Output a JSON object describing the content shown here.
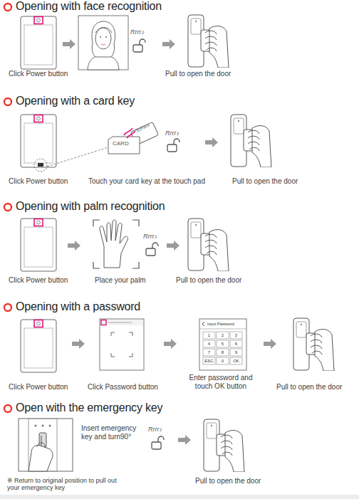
{
  "diagram": {
    "labels": [
      "Opening with face recognition",
      "Click Power button",
      "Rrrr♪",
      "Pull to open the door",
      "Opening with a card key",
      "CARD",
      "SyFace",
      "Rrrr♪",
      "Click Power button",
      "Touch your card key at the touch pad",
      "Pull to open the door",
      "Opening with palm recognition",
      "Rrrr♪",
      "Click Power button",
      "Place your palm",
      "Pull to open the door",
      "Opening with a password",
      "Input Password",
      "1",
      "2",
      "3",
      "4",
      "5",
      "6",
      "7",
      "8",
      "9",
      "ESC",
      "0",
      "OK",
      "Click Power button",
      "Click Password button",
      "Enter password and touch OK button",
      "Pull to open the door",
      "Open with the emergency key",
      "Insert emergency key and turn90°",
      "Rrrr♪",
      "※ Return to original position to pull out your emergency key",
      "Pull to open the door"
    ]
  }
}
